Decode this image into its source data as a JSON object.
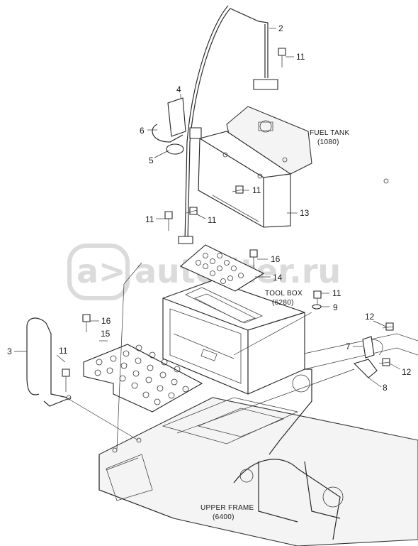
{
  "watermark": {
    "text": "autoliter.ru",
    "logo_glyph": "a>"
  },
  "callouts": [
    {
      "id": "c2",
      "label": "2"
    },
    {
      "id": "c11a",
      "label": "11"
    },
    {
      "id": "c4",
      "label": "4"
    },
    {
      "id": "c6",
      "label": "6"
    },
    {
      "id": "c5",
      "label": "5"
    },
    {
      "id": "c11b",
      "label": "11"
    },
    {
      "id": "c13",
      "label": "13"
    },
    {
      "id": "c11c",
      "label": "11"
    },
    {
      "id": "c11d",
      "label": "11"
    },
    {
      "id": "c16a",
      "label": "16"
    },
    {
      "id": "c14",
      "label": "14"
    },
    {
      "id": "c11e",
      "label": "11"
    },
    {
      "id": "c9",
      "label": "9"
    },
    {
      "id": "c12a",
      "label": "12"
    },
    {
      "id": "c7",
      "label": "7"
    },
    {
      "id": "c12b",
      "label": "12"
    },
    {
      "id": "c8",
      "label": "8"
    },
    {
      "id": "c3",
      "label": "3"
    },
    {
      "id": "c16b",
      "label": "16"
    },
    {
      "id": "c15",
      "label": "15"
    },
    {
      "id": "c11f",
      "label": "11"
    }
  ],
  "references": {
    "fuel_tank": {
      "name": "FUEL TANK",
      "code": "(1080)"
    },
    "tool_box": {
      "name": "TOOL BOX",
      "code": "(6280)"
    },
    "upper_frame": {
      "name": "UPPER FRAME",
      "code": "(6400)"
    }
  }
}
